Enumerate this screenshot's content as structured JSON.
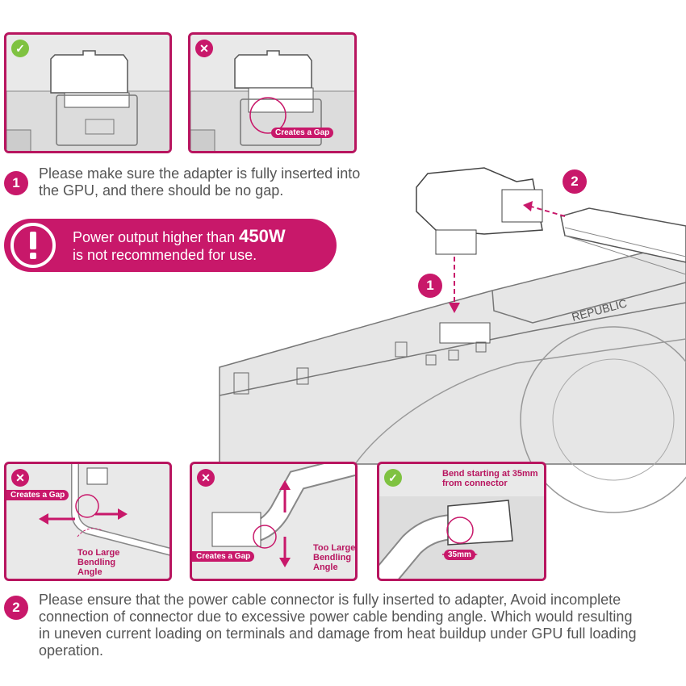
{
  "step1": {
    "number": "1",
    "text": "Please make sure the adapter is fully inserted into the GPU, and there should be no gap."
  },
  "warning": {
    "text_before": "Power output higher than",
    "value": "450W",
    "text_after": "is not recommended for use."
  },
  "step2": {
    "number": "2",
    "text": "Please ensure that the power cable connector is fully inserted to adapter, Avoid incomplete connection of connector due to excessive power cable bending angle. Which would resulting in uneven current loading on terminals and damage from heat buildup under GPU full loading operation."
  },
  "top_panels": {
    "correct_mark": "✓",
    "wrong_mark": "✕",
    "gap_label": "Creates a Gap"
  },
  "diagram": {
    "marker_1": "1",
    "marker_2": "2",
    "gpu_brand": "REPUBLIC"
  },
  "bottom_panels": {
    "left": {
      "mark": "✕",
      "gap_label": "Creates a Gap",
      "angle_label": "Too Large Bendling Angle"
    },
    "middle": {
      "mark": "✕",
      "gap_label": "Creates a Gap",
      "angle_label": "Too Large Bendling Angle"
    },
    "right": {
      "mark": "✓",
      "bend_label": "Bend starting at 35mm from connector",
      "distance_label": "35mm"
    }
  },
  "colors": {
    "accent": "#c8186a",
    "ok": "#7fc241",
    "panel_bg": "#e9e9e9"
  }
}
